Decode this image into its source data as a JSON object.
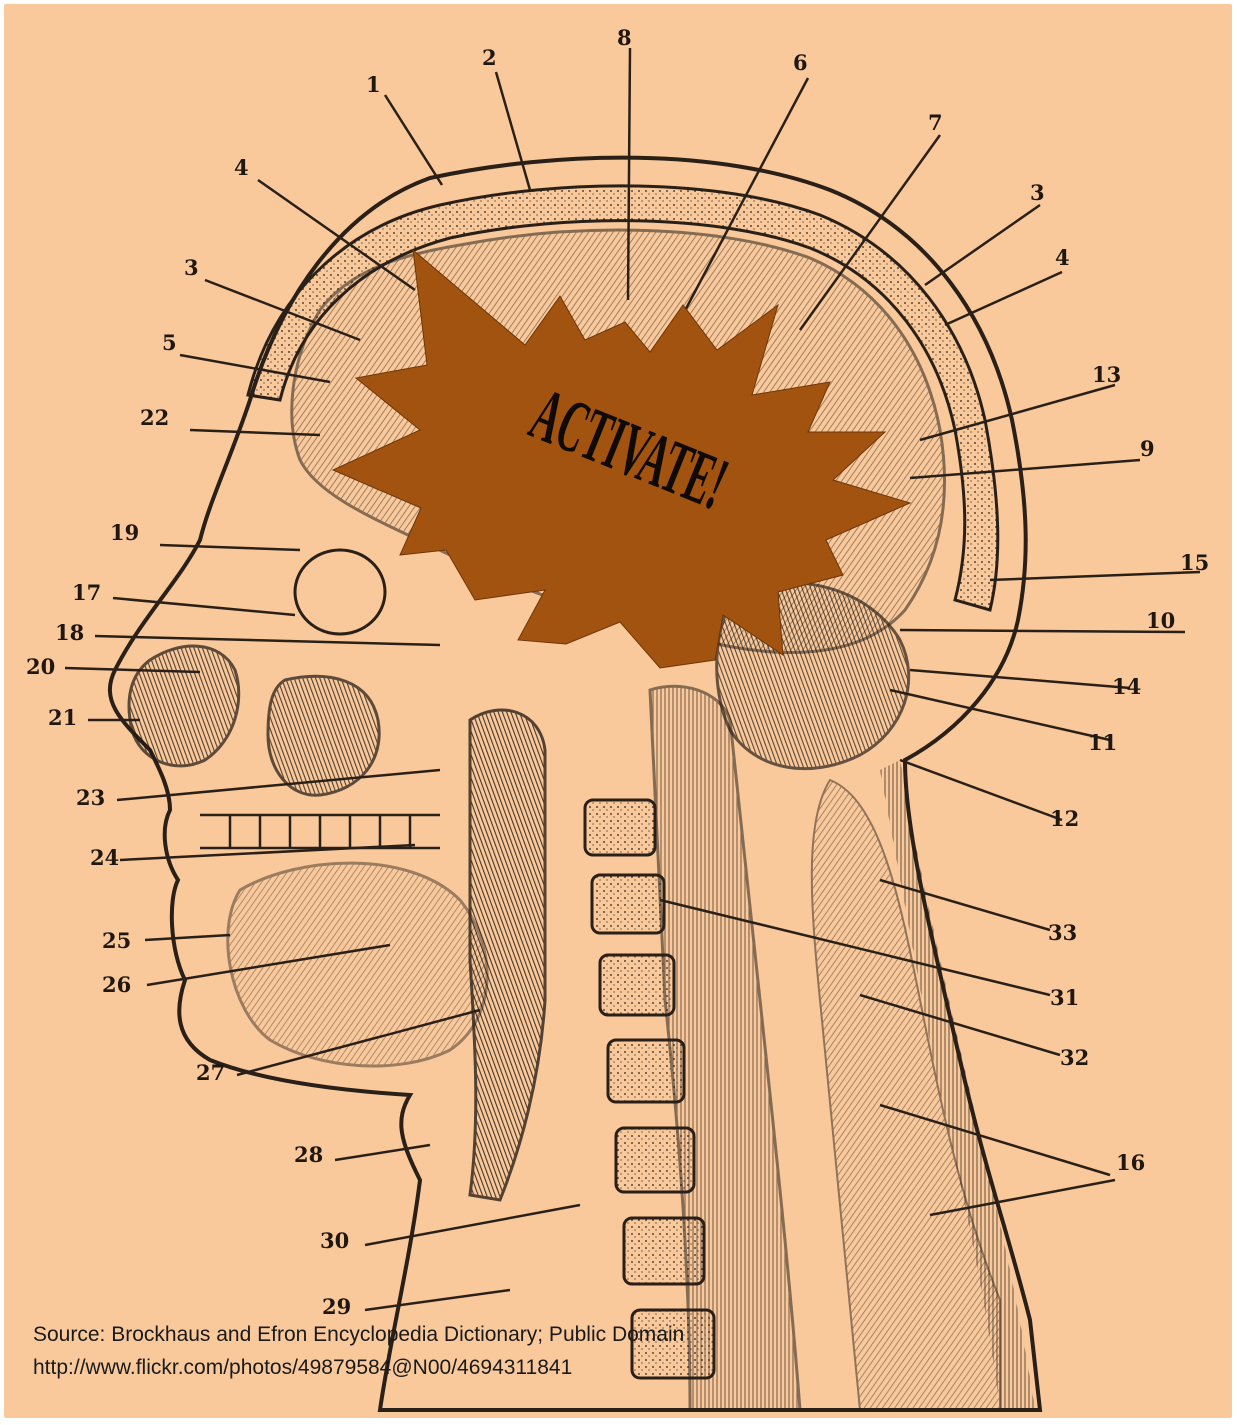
{
  "colors": {
    "background": "#f9c99c",
    "ink": "#2a2018",
    "starburst": "#a1530f",
    "starburst_text": "#0f0a06"
  },
  "burst_text": "ACTIVATE!",
  "labels": [
    {
      "id": "1",
      "text": "1"
    },
    {
      "id": "2",
      "text": "2"
    },
    {
      "id": "8",
      "text": "8"
    },
    {
      "id": "6",
      "text": "6"
    },
    {
      "id": "7",
      "text": "7"
    },
    {
      "id": "3r",
      "text": "3"
    },
    {
      "id": "4r",
      "text": "4"
    },
    {
      "id": "4l",
      "text": "4"
    },
    {
      "id": "3l",
      "text": "3"
    },
    {
      "id": "5",
      "text": "5"
    },
    {
      "id": "13",
      "text": "13"
    },
    {
      "id": "22",
      "text": "22"
    },
    {
      "id": "9",
      "text": "9"
    },
    {
      "id": "19",
      "text": "19"
    },
    {
      "id": "15",
      "text": "15"
    },
    {
      "id": "17",
      "text": "17"
    },
    {
      "id": "10",
      "text": "10"
    },
    {
      "id": "18",
      "text": "18"
    },
    {
      "id": "20",
      "text": "20"
    },
    {
      "id": "14",
      "text": "14"
    },
    {
      "id": "21",
      "text": "21"
    },
    {
      "id": "11",
      "text": "11"
    },
    {
      "id": "23",
      "text": "23"
    },
    {
      "id": "12",
      "text": "12"
    },
    {
      "id": "24",
      "text": "24"
    },
    {
      "id": "33",
      "text": "33"
    },
    {
      "id": "25",
      "text": "25"
    },
    {
      "id": "26",
      "text": "26"
    },
    {
      "id": "31",
      "text": "31"
    },
    {
      "id": "27",
      "text": "27"
    },
    {
      "id": "32",
      "text": "32"
    },
    {
      "id": "28",
      "text": "28"
    },
    {
      "id": "16",
      "text": "16"
    },
    {
      "id": "30",
      "text": "30"
    },
    {
      "id": "29",
      "text": "29"
    }
  ],
  "source": {
    "line1": "Source: Brockhaus and Efron Encyclopedia Dictionary; Public Domain",
    "line2": "http://www.flickr.com/photos/49879584@N00/4694311841"
  }
}
